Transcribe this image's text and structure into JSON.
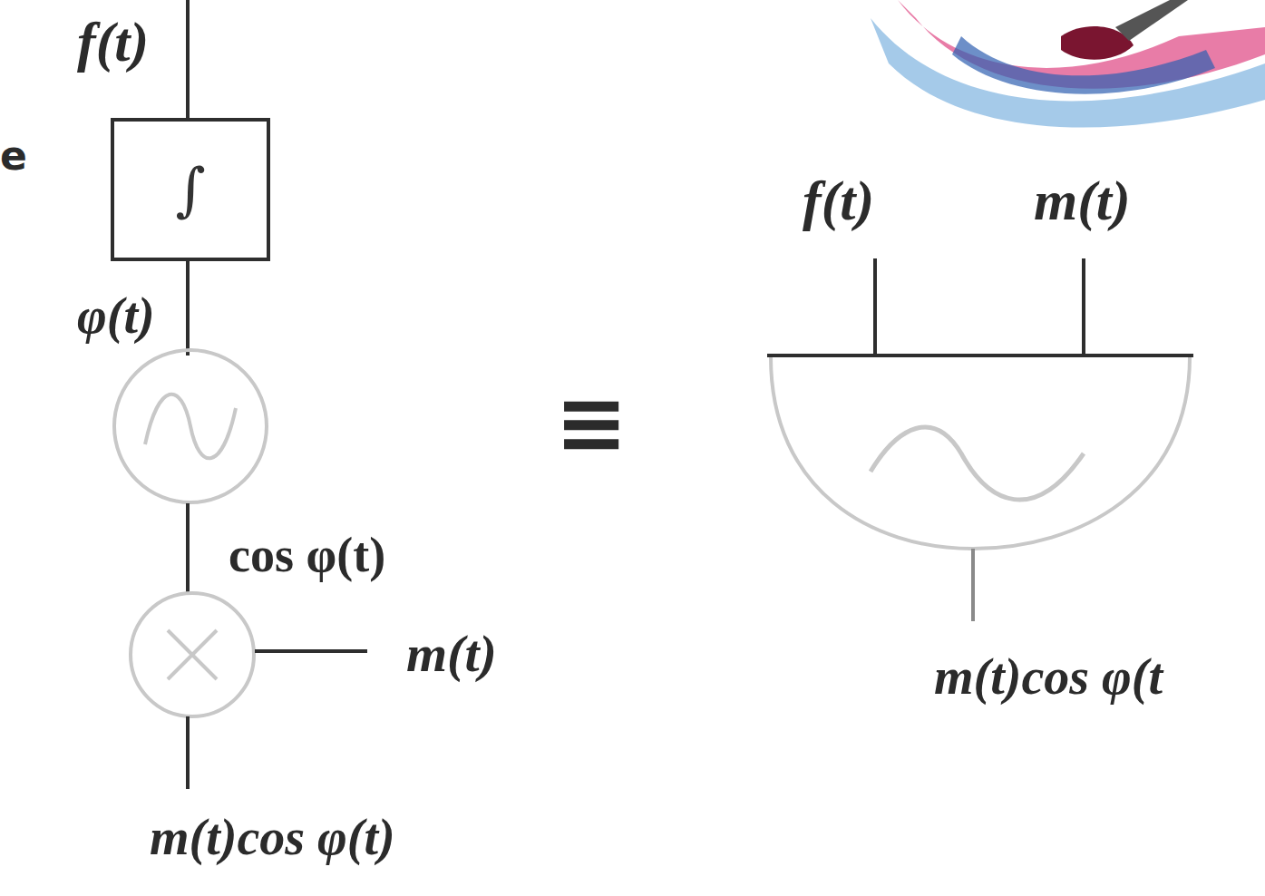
{
  "diagram": {
    "nodes": [
      {
        "text": [
          "∫"
        ]
      }
    ],
    "labels": [
      "e",
      "f(t)",
      "φ(t)",
      "cos φ(t)",
      "m(t)",
      "m(t)cos φ(t)",
      "≡",
      "f(t)",
      "m(t)",
      "m(t)cos φ(t"
    ]
  }
}
